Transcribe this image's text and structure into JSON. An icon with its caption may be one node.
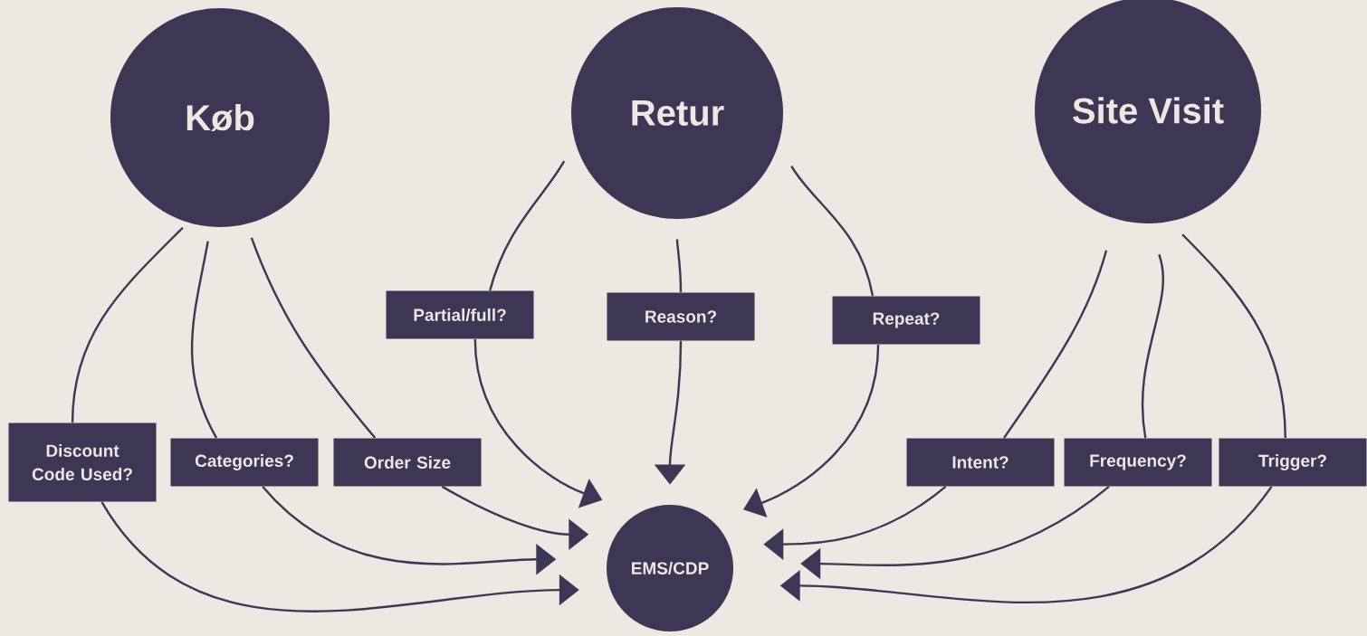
{
  "diagram": {
    "nodes": [
      {
        "text": [
          "Køb"
        ]
      },
      {
        "text": [
          "Retur"
        ]
      },
      {
        "text": [
          "Site Visit"
        ]
      },
      {
        "text": [
          "Discount Code Used?"
        ]
      },
      {
        "text": [
          "Categories?"
        ]
      },
      {
        "text": [
          "Order Size"
        ]
      },
      {
        "text": [
          "Partial/full?"
        ]
      },
      {
        "text": [
          "Reason?"
        ]
      },
      {
        "text": [
          "Repeat?"
        ]
      },
      {
        "text": [
          "Intent?"
        ]
      },
      {
        "text": [
          "Frequency?"
        ]
      },
      {
        "text": [
          "Trigger?"
        ]
      },
      {
        "text": [
          "EMS/CDP"
        ]
      }
    ],
    "edges": [
      {
        "from": 0,
        "to": 3,
        "arrow": "none"
      },
      {
        "from": 0,
        "to": 4,
        "arrow": "none"
      },
      {
        "from": 0,
        "to": 5,
        "arrow": "none"
      },
      {
        "from": 3,
        "to": 12,
        "arrow": "to"
      },
      {
        "from": 4,
        "to": 12,
        "arrow": "to"
      },
      {
        "from": 5,
        "to": 12,
        "arrow": "to"
      },
      {
        "from": 1,
        "to": 6,
        "arrow": "none"
      },
      {
        "from": 1,
        "to": 7,
        "arrow": "none"
      },
      {
        "from": 1,
        "to": 8,
        "arrow": "none"
      },
      {
        "from": 6,
        "to": 12,
        "arrow": "to"
      },
      {
        "from": 7,
        "to": 12,
        "arrow": "to"
      },
      {
        "from": 8,
        "to": 12,
        "arrow": "to"
      },
      {
        "from": 2,
        "to": 9,
        "arrow": "none"
      },
      {
        "from": 2,
        "to": 10,
        "arrow": "none"
      },
      {
        "from": 2,
        "to": 11,
        "arrow": "none"
      },
      {
        "from": 9,
        "to": 12,
        "arrow": "to"
      },
      {
        "from": 10,
        "to": 12,
        "arrow": "to"
      },
      {
        "from": 11,
        "to": 12,
        "arrow": "to"
      }
    ]
  }
}
